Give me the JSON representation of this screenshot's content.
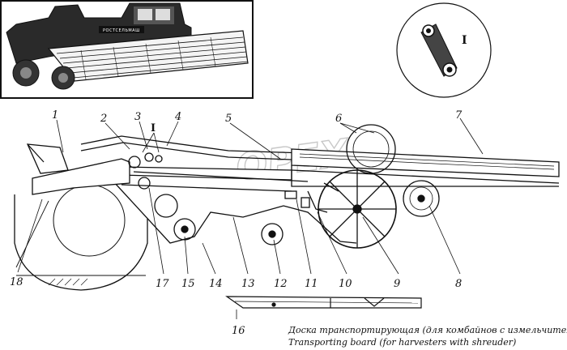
{
  "diagram": {
    "watermark": "OPEX",
    "combine_plate": "РОСТСЕЛЬМАШ",
    "inset_label": "I",
    "detail_label": "I",
    "callouts": [
      "1",
      "2",
      "3",
      "4",
      "5",
      "6",
      "7",
      "8",
      "9",
      "10",
      "11",
      "12",
      "13",
      "14",
      "15",
      "16",
      "17",
      "18"
    ],
    "caption_ru": "Доска транспортирующая (для комбайнов с измельчителем)",
    "caption_en": "Transporting board (for harvesters with shreuder)"
  }
}
